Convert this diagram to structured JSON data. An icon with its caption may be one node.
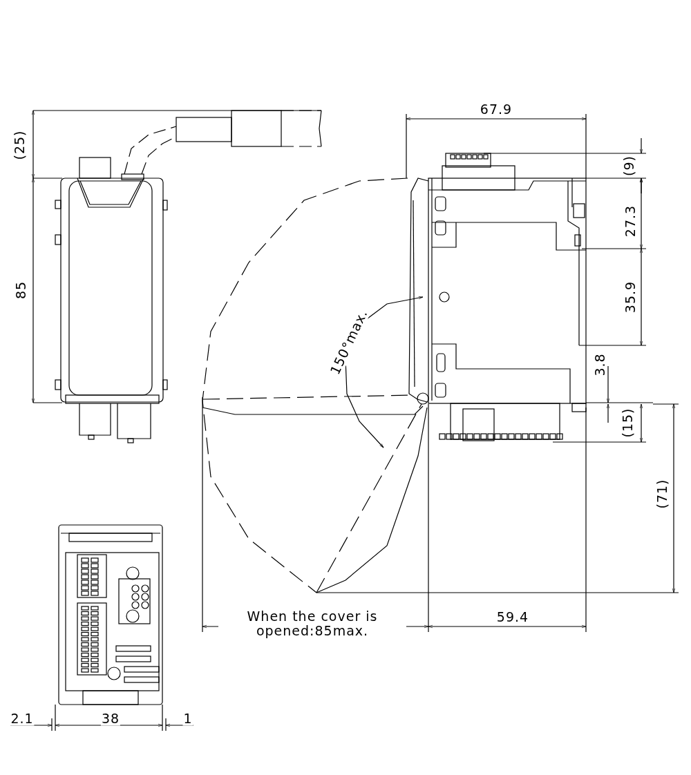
{
  "diagram": {
    "labels": [
      "(25)",
      "67.9",
      "(9)",
      "85",
      "27.3",
      "35.9",
      "150°max.",
      "3.8",
      "(15)",
      "(71)",
      "When the cover is opened:85max.",
      "59.4",
      "2.1",
      "38",
      "1"
    ]
  }
}
